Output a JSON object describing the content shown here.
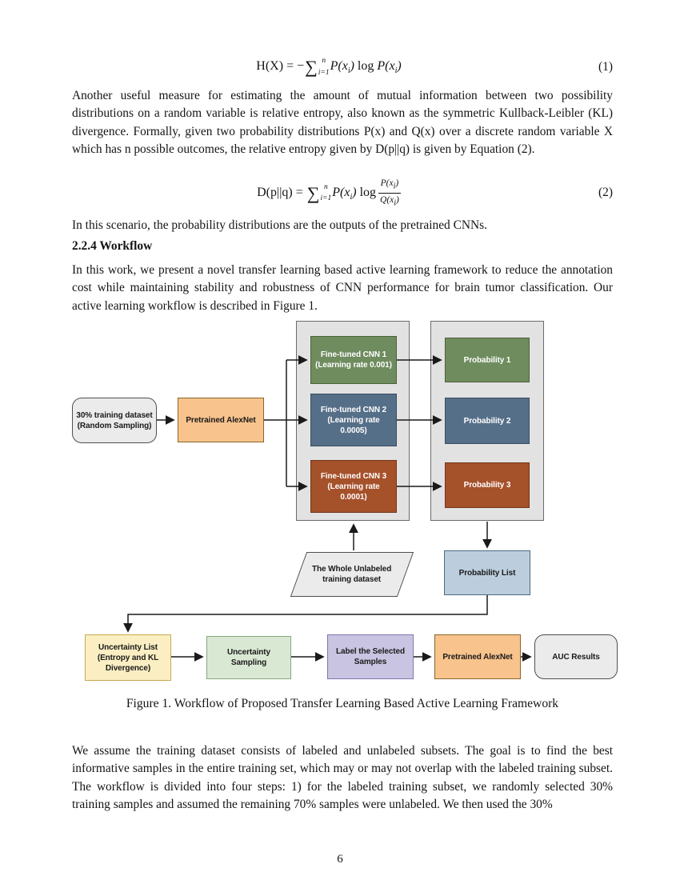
{
  "page_number": "6",
  "equations": {
    "eq1": {
      "lhs": "H(X) = −",
      "sigma": "∑",
      "sup": "n",
      "sub": "i=1",
      "p1": "P(x",
      "p1sub": "i",
      "p1close": ")",
      "log": " log ",
      "p2": "P(x",
      "p2sub": "i",
      "p2close": ")",
      "number": "(1)"
    },
    "eq2": {
      "lhs": "D(p||q) = ",
      "sigma": "∑",
      "sup": "n",
      "sub": "i=1",
      "p1": "P(x",
      "p1sub": "i",
      "p1close": ")",
      "log": " log",
      "frac_num": "P(x",
      "frac_num_sub": "i",
      "frac_num_close": ")",
      "frac_den": "Q(x",
      "frac_den_sub": "i",
      "frac_den_close": ")",
      "number": "(2)"
    }
  },
  "paragraphs": {
    "p1": "Another useful measure for estimating the amount of mutual information between two possibility distributions on a random variable is relative entropy, also known as the symmetric Kullback-Leibler (KL) divergence. Formally, given two probability distributions P(x) and Q(x) over a discrete random variable X which has n possible outcomes, the relative entropy given by D(p||q) is given by Equation (2).",
    "p2": "In this scenario, the probability distributions are the outputs of the pretrained CNNs.",
    "p3": "In this work, we present a novel transfer learning based active learning framework to reduce the annotation cost while maintaining stability and robustness of CNN performance for brain tumor classification. Our active learning workflow is described in Figure 1.",
    "p4": "We assume the training dataset consists of labeled and unlabeled subsets. The goal is to find the best informative samples in the entire training set, which may or may not overlap with the labeled training subset. The workflow is divided into four steps: 1) for the labeled training subset, we randomly selected 30% training samples and assumed the remaining 70% samples were unlabeled. We then used the 30%"
  },
  "section_heading": "2.2.4 Workflow",
  "figure": {
    "caption": "Figure 1. Workflow of Proposed Transfer Learning Based Active Learning Framework",
    "nodes": {
      "start": {
        "line1": "30% training dataset",
        "line2": "(Random Sampling)"
      },
      "alexnet_top": {
        "label": "Pretrained AlexNet"
      },
      "cnn1": {
        "line1": "Fine-tuned CNN 1",
        "line2": "(Learning rate 0.001)"
      },
      "cnn2": {
        "line1": "Fine-tuned CNN 2",
        "line2": "(Learning rate",
        "line3": "0.0005)"
      },
      "cnn3": {
        "line1": "Fine-tuned CNN 3",
        "line2": "(Learning rate",
        "line3": "0.0001)"
      },
      "prob1": {
        "label": "Probability 1"
      },
      "prob2": {
        "label": "Probability 2"
      },
      "prob3": {
        "label": "Probability 3"
      },
      "unlabeled": {
        "line1": "The Whole Unlabeled",
        "line2": "training dataset"
      },
      "prob_list": {
        "label": "Probability List"
      },
      "uncertainty_list": {
        "line1": "Uncertainty List",
        "line2": "(Entropy and KL",
        "line3": "Divergence)"
      },
      "uncertainty_sampling": {
        "line1": "Uncertainty",
        "line2": "Sampling"
      },
      "label_samples": {
        "line1": "Label the Selected",
        "line2": "Samples"
      },
      "alexnet_bottom": {
        "label": "Pretrained AlexNet"
      },
      "auc": {
        "label": "AUC Results"
      }
    },
    "colors": {
      "green": "#6f8c5f",
      "slate": "#566f88",
      "rust": "#a5512a",
      "orange": "#f8c38c",
      "container_gray": "#e2e2e2",
      "light_gray": "#ebebeb",
      "light_blue": "#bccedd",
      "light_yellow": "#faeec2",
      "light_green": "#d9e8d3",
      "light_purple": "#c8c4e2",
      "arrow": "#1a1a1a"
    }
  }
}
